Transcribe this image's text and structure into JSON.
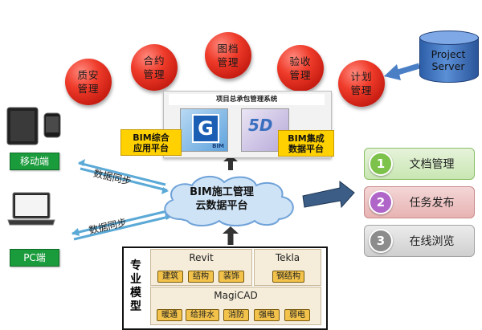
{
  "management_modules": [
    {
      "line1": "质安",
      "line2": "管理"
    },
    {
      "line1": "合约",
      "line2": "管理"
    },
    {
      "line1": "图档",
      "line2": "管理"
    },
    {
      "line1": "验收",
      "line2": "管理"
    },
    {
      "line1": "计划",
      "line2": "管理"
    }
  ],
  "server": {
    "line1": "Project",
    "line2": "Server"
  },
  "system": {
    "title": "项目总承包管理系统",
    "left_platform": {
      "line1": "BIM综合",
      "line2": "应用平台"
    },
    "right_platform": {
      "line1": "BIM集成",
      "line2": "数据平台"
    },
    "logo_left": "G",
    "logo_left_caption": "BIM",
    "logo_right": "5D"
  },
  "cloud": {
    "line1": "BIM施工管理",
    "line2": "云数据平台"
  },
  "devices": {
    "mobile_label": "移动端",
    "pc_label": "PC端"
  },
  "sync": {
    "top": "数据同步",
    "bottom": "数据同步"
  },
  "features": [
    {
      "num": "1",
      "label": "文档管理"
    },
    {
      "num": "2",
      "label": "任务发布"
    },
    {
      "num": "3",
      "label": "在线浏览"
    }
  ],
  "colors": {
    "feature1": "#7dc24b",
    "feature2": "#b066c8",
    "feature3": "#8c8c8c"
  },
  "models": {
    "side_label": [
      "专",
      "业",
      "模",
      "型"
    ],
    "revit": {
      "name": "Revit",
      "items": [
        "建筑",
        "结构",
        "装饰"
      ]
    },
    "tekla": {
      "name": "Tekla",
      "items": [
        "钢结构"
      ]
    },
    "magicad": {
      "name": "MagiCAD",
      "items": [
        "暖通",
        "给排水",
        "消防",
        "强电",
        "弱电"
      ]
    }
  }
}
